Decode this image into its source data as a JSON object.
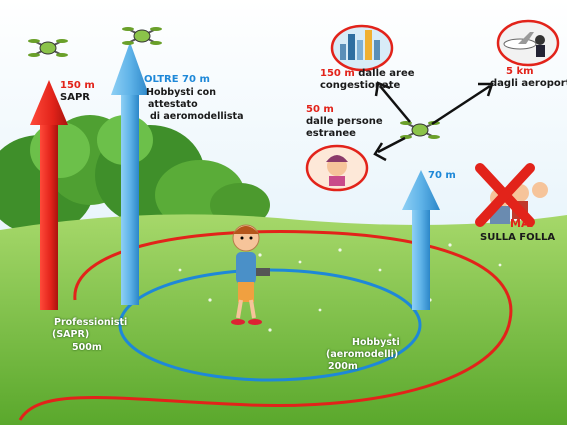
{
  "labels": {
    "red_top_value": "150 m",
    "red_top_label": "SAPR",
    "blue_top_value": "OLTRE 70 m",
    "blue_top_l1": "Hobbysti con",
    "blue_top_l2": "attestato",
    "blue_top_l3": "di aeromodellista",
    "cong_value": "150 m",
    "cong_l1": "dalle aree",
    "cong_l2": "congestionate",
    "air_value": "5 km",
    "air_label": "dagli aeroporti",
    "people_value": "50 m",
    "people_l1": "dalle persone",
    "people_l2": "estranee",
    "right_arrow_value": "70 m",
    "mai": "MAI",
    "sulla_folla": "SULLA FOLLA",
    "pro_l1": "Professionisti",
    "pro_l2": "(SAPR)",
    "pro_radius": "500m",
    "hob_l1": "Hobbysti",
    "hob_l2": "(aeromodelli)",
    "hob_radius": "200m"
  },
  "colors": {
    "sky": "#cfe7f7",
    "grass": "#7cc242",
    "red": "#e2231a",
    "blue": "#5fb3e8",
    "blue_text": "#1e88d8"
  }
}
